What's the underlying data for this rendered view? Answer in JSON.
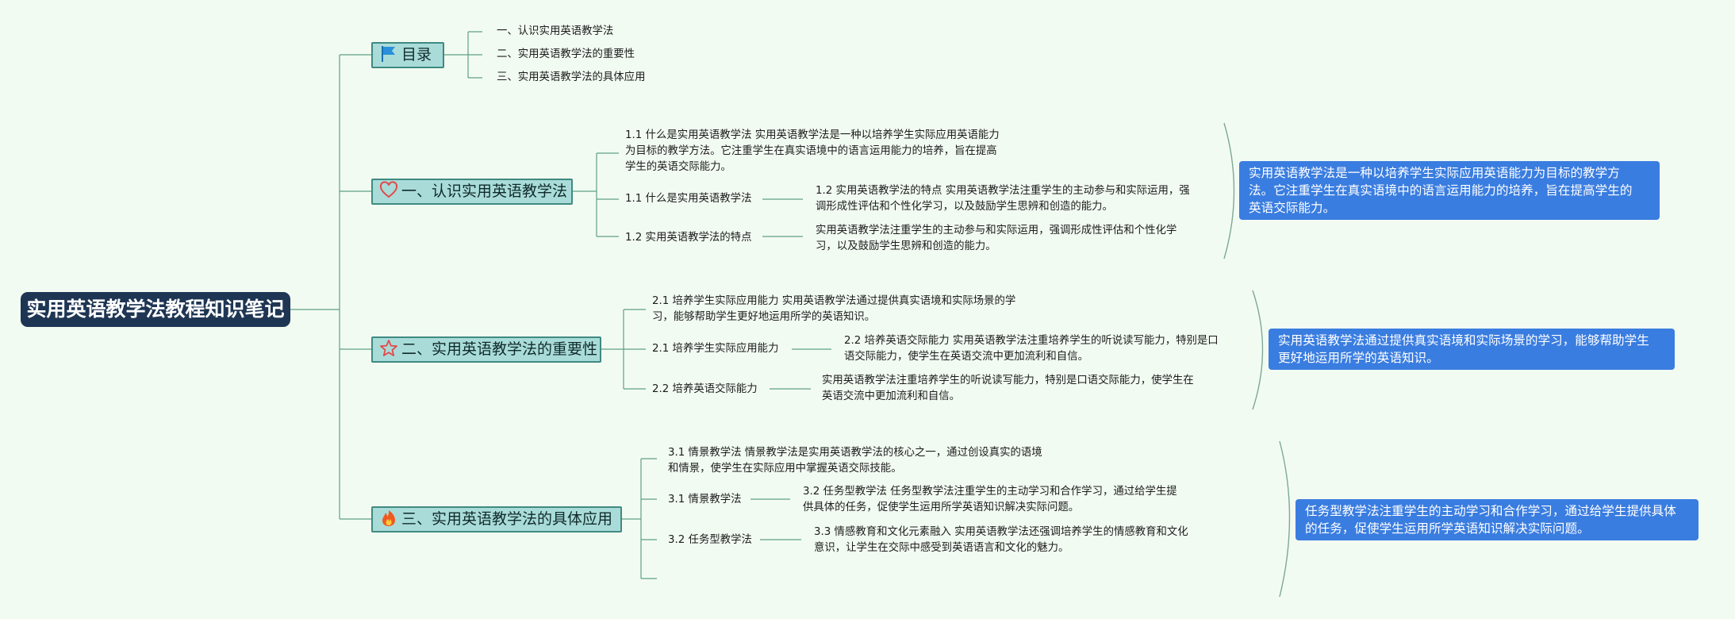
{
  "root": {
    "title": "实用英语教学法教程知识笔记"
  },
  "toc": {
    "title": "目录",
    "items": [
      "一、认识实用英语教学法",
      "二、实用英语教学法的重要性",
      "三、实用英语教学法的具体应用"
    ]
  },
  "section1": {
    "title": "一、认识实用英语教学法",
    "intro": [
      "1.1 什么是实用英语教学法 实用英语教学法是一种以培养学生实际应用英语能力",
      "为目标的教学方法。它注重学生在真实语境中的语言运用能力的培养，旨在提高",
      "学生的英语交际能力。"
    ],
    "branch1": {
      "label": "1.1 什么是实用英语教学法",
      "text": [
        "1.2 实用英语教学法的特点 实用英语教学法注重学生的主动参与和实际运用，强",
        "调形成性评估和个性化学习，以及鼓励学生思辨和创造的能力。"
      ]
    },
    "branch2": {
      "label": "1.2 实用英语教学法的特点",
      "text": [
        "实用英语教学法注重学生的主动参与和实际运用，强调形成性评估和个性化学",
        "习，以及鼓励学生思辨和创造的能力。"
      ]
    },
    "callout": [
      "实用英语教学法是一种以培养学生实际应用英语能力为目标的教学方",
      "法。它注重学生在真实语境中的语言运用能力的培养，旨在提高学生的",
      "英语交际能力。"
    ]
  },
  "section2": {
    "title": "二、实用英语教学法的重要性",
    "intro": [
      "2.1 培养学生实际应用能力 实用英语教学法通过提供真实语境和实际场景的学",
      "习，能够帮助学生更好地运用所学的英语知识。"
    ],
    "branch1": {
      "label": "2.1 培养学生实际应用能力",
      "text": [
        "2.2 培养英语交际能力 实用英语教学法注重培养学生的听说读写能力，特别是口",
        "语交际能力，使学生在英语交流中更加流利和自信。"
      ]
    },
    "branch2": {
      "label": "2.2 培养英语交际能力",
      "text": [
        "实用英语教学法注重培养学生的听说读写能力，特别是口语交际能力，使学生在",
        "英语交流中更加流利和自信。"
      ]
    },
    "callout": [
      "实用英语教学法通过提供真实语境和实际场景的学习，能够帮助学生",
      "更好地运用所学的英语知识。"
    ]
  },
  "section3": {
    "title": "三、实用英语教学法的具体应用",
    "intro": [
      "3.1 情景教学法 情景教学法是实用英语教学法的核心之一，通过创设真实的语境",
      "和情景，使学生在实际应用中掌握英语交际技能。"
    ],
    "branch1": {
      "label": "3.1 情景教学法",
      "text": [
        "3.2 任务型教学法 任务型教学法注重学生的主动学习和合作学习，通过给学生提",
        "供具体的任务，促使学生运用所学英语知识解决实际问题。"
      ]
    },
    "branch2": {
      "label": "3.2 任务型教学法",
      "text": [
        "3.3 情感教育和文化元素融入 实用英语教学法还强调培养学生的情感教育和文化",
        "意识，让学生在交际中感受到英语语言和文化的魅力。"
      ]
    },
    "callout": [
      "任务型教学法注重学生的主动学习和合作学习，通过给学生提供具体",
      "的任务，促使学生运用所学英语知识解决实际问题。"
    ]
  },
  "colors": {
    "root_bg": "#1e3553",
    "topic_bg": "#a9dcd9",
    "topic_border": "#3f8a81",
    "callout_bg": "#3a7de0",
    "line": "#5f9f86",
    "flag": "#2a8fd8",
    "heart": "#e24a4a",
    "star": "#e24a4a",
    "fire": "#ef5a1f"
  },
  "icons": {
    "toc": "flag-icon",
    "section1": "heart-icon",
    "section2": "star-icon",
    "section3": "fire-icon"
  }
}
